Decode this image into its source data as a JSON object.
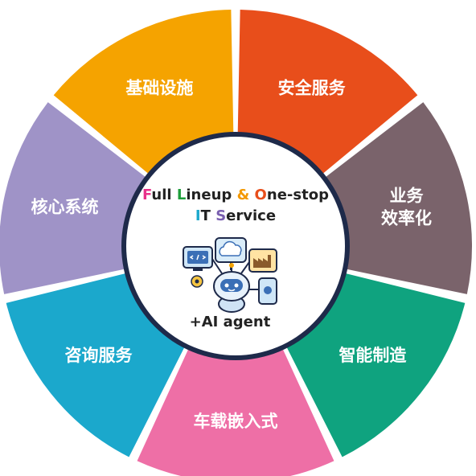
{
  "segments": [
    {
      "id": "security",
      "lines": [
        "安全服务"
      ],
      "color": "#E84E1B"
    },
    {
      "id": "efficiency",
      "lines": [
        "业务",
        "效率化"
      ],
      "color": "#7A636B"
    },
    {
      "id": "manufacturing",
      "lines": [
        "智能制造"
      ],
      "color": "#0FA37F"
    },
    {
      "id": "embedded",
      "lines": [
        "车载嵌入式"
      ],
      "color": "#EE6FA6"
    },
    {
      "id": "consulting",
      "lines": [
        "咨询服务"
      ],
      "color": "#1BA8CC"
    },
    {
      "id": "core",
      "lines": [
        "核心系统"
      ],
      "color": "#9F93C7"
    },
    {
      "id": "infra",
      "lines": [
        "基础设施"
      ],
      "color": "#F5A300"
    }
  ],
  "hub": {
    "title": "Full Lineup & One-stop",
    "title_colors": {
      "F": "#E8308A",
      "L": "#1E9E3A",
      "&": "#F39800",
      "O": "#E84E1B",
      "default": "#222222"
    },
    "subtitle": "IT Service",
    "subtitle_colors": {
      "I": "#1BA8CC",
      "S": "#7A5FB0",
      "default": "#222222"
    },
    "ai_label": "+AI agent"
  }
}
